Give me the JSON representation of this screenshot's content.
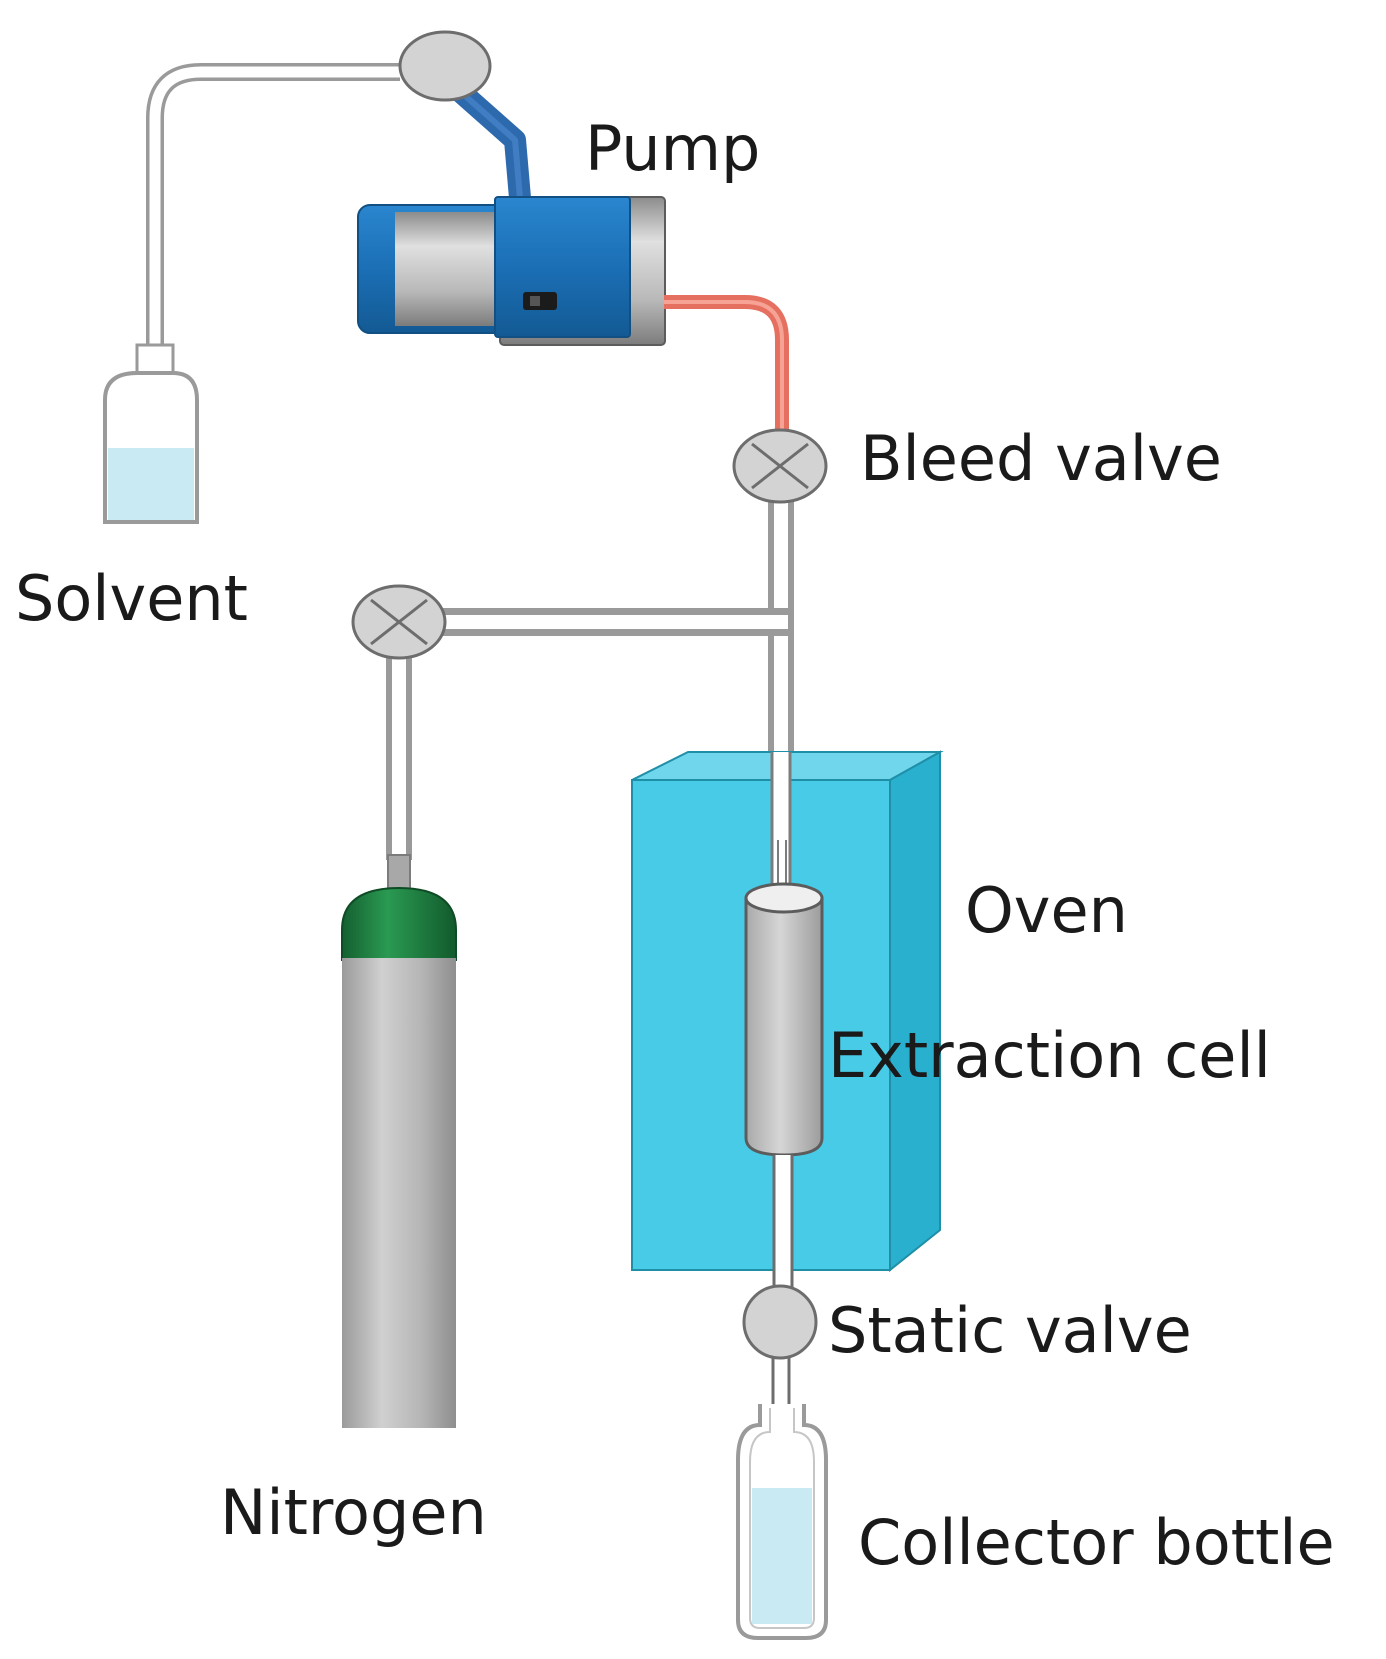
{
  "labels": {
    "pump": "Pump",
    "bleed_valve": "Bleed valve",
    "solvent": "Solvent",
    "oven": "Oven",
    "extraction_cell": "Extraction cell",
    "static_valve": "Static valve",
    "nitrogen": "Nitrogen",
    "collector_bottle": "Collector bottle"
  },
  "colors": {
    "pump_body": "#1b6fb5",
    "pump_tube": "#2d6aad",
    "outlet_tube": "#f08070",
    "oven_front": "#48cbe6",
    "oven_side": "#2fb8d6",
    "liquid": "#c9eaf2",
    "cylinder_cap": "#1a7a3e",
    "cylinder_body": "#b4b4b4",
    "valve": "#d3d3d3"
  }
}
